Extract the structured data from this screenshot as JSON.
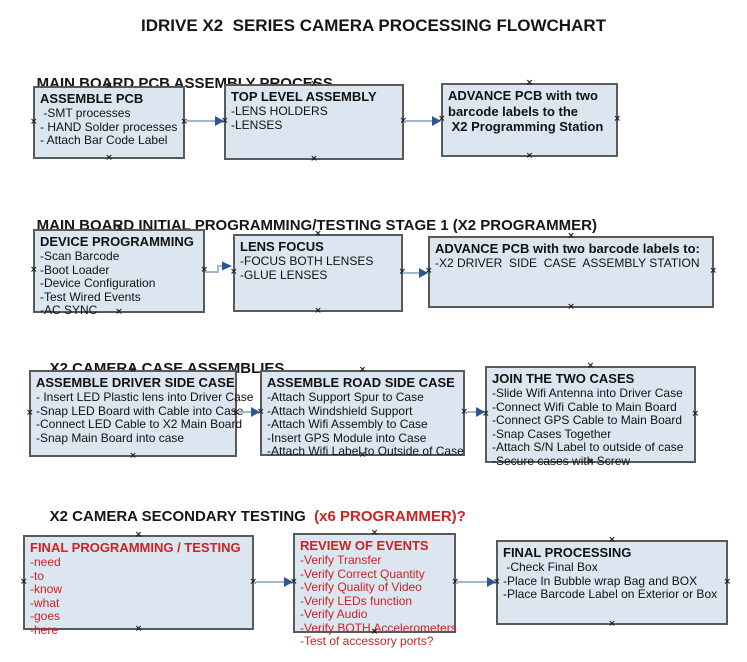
{
  "title": "IDRIVE X2  SERIES CAMERA PROCESSING FLOWCHART",
  "colors": {
    "box_fill": "#dce6f1",
    "box_border": "#5a5a5a",
    "arrow_line": "#a3b6d3",
    "arrow_head": "#2e5690",
    "red_text": "#cc2222",
    "black_text": "#161616"
  },
  "sections": [
    {
      "header": "MAIN BOARD PCB ASSEMBLY PROCESS",
      "header_suffix": "",
      "boxes": [
        {
          "title": "ASSEMBLE PCB",
          "lines": [
            " -SMT processes",
            "- HAND Solder processes",
            "- Attach Bar Code Label"
          ]
        },
        {
          "title": "TOP LEVEL ASSEMBLY",
          "lines": [
            "-LENS HOLDERS",
            "-LENSES"
          ]
        },
        {
          "title": "ADVANCE PCB with two",
          "lines": [
            "barcode labels to the",
            " X2 Programming Station"
          ]
        }
      ]
    },
    {
      "header": "MAIN BOARD INITIAL PROGRAMMING/TESTING STAGE 1 (X2 PROGRAMMER)",
      "header_suffix": "",
      "boxes": [
        {
          "title": "DEVICE PROGRAMMING",
          "lines": [
            "-Scan Barcode",
            "-Boot Loader",
            "-Device Configuration",
            "-Test Wired Events",
            "-AC SYNC"
          ]
        },
        {
          "title": "LENS FOCUS",
          "lines": [
            "-FOCUS BOTH LENSES",
            "-GLUE LENSES"
          ]
        },
        {
          "title": "ADVANCE PCB with two barcode labels to:",
          "lines": [
            "-X2 DRIVER  SIDE  CASE  ASSEMBLY STATION"
          ]
        }
      ]
    },
    {
      "header": "X2 CAMERA CASE ASSEMBLIES",
      "header_suffix": "",
      "boxes": [
        {
          "title": "ASSEMBLE DRIVER SIDE CASE",
          "lines": [
            "- Insert LED Plastic lens into Driver Case",
            "-Snap LED Board with Cable into Case",
            "-Connect LED Cable to X2 Main Board",
            "-Snap Main Board into case"
          ]
        },
        {
          "title": "ASSEMBLE ROAD SIDE CASE",
          "lines": [
            "-Attach Support Spur to Case",
            "-Attach Windshield Support",
            "-Attach Wifi Assembly to Case",
            "-Insert GPS Module into Case",
            "-Attach Wifi Label to Outside of Case"
          ]
        },
        {
          "title": "JOIN THE TWO CASES",
          "lines": [
            "-Slide Wifi Antenna into Driver Case",
            "-Connect Wifi Cable to Main Board",
            "-Connect GPS Cable to Main Board",
            "-Snap Cases Together",
            "-Attach S/N Label to outside of case",
            "-Secure cases with Screw"
          ]
        }
      ]
    },
    {
      "header": "X2 CAMERA SECONDARY TESTING",
      "header_suffix": "  (x6 PROGRAMMER)?",
      "boxes": [
        {
          "title": "FINAL PROGRAMMING / TESTING",
          "lines": [
            "-need",
            "-to",
            "-know",
            "-what",
            "-goes",
            "-here"
          ]
        },
        {
          "title": "REVIEW OF EVENTS",
          "lines": [
            "-Verify Transfer",
            "-Verify Correct Quantity",
            "-Verify Quality of Video",
            "-Verify LEDs function",
            "-Verify Audio",
            "-Verify BOTH Accelerometers",
            "-Test of accessory ports?"
          ]
        },
        {
          "title": "FINAL PROCESSING",
          "lines": [
            " -Check Final Box",
            "-Place In Bubble wrap Bag and BOX",
            "-Place Barcode Label on Exterior or Box"
          ]
        }
      ]
    }
  ]
}
